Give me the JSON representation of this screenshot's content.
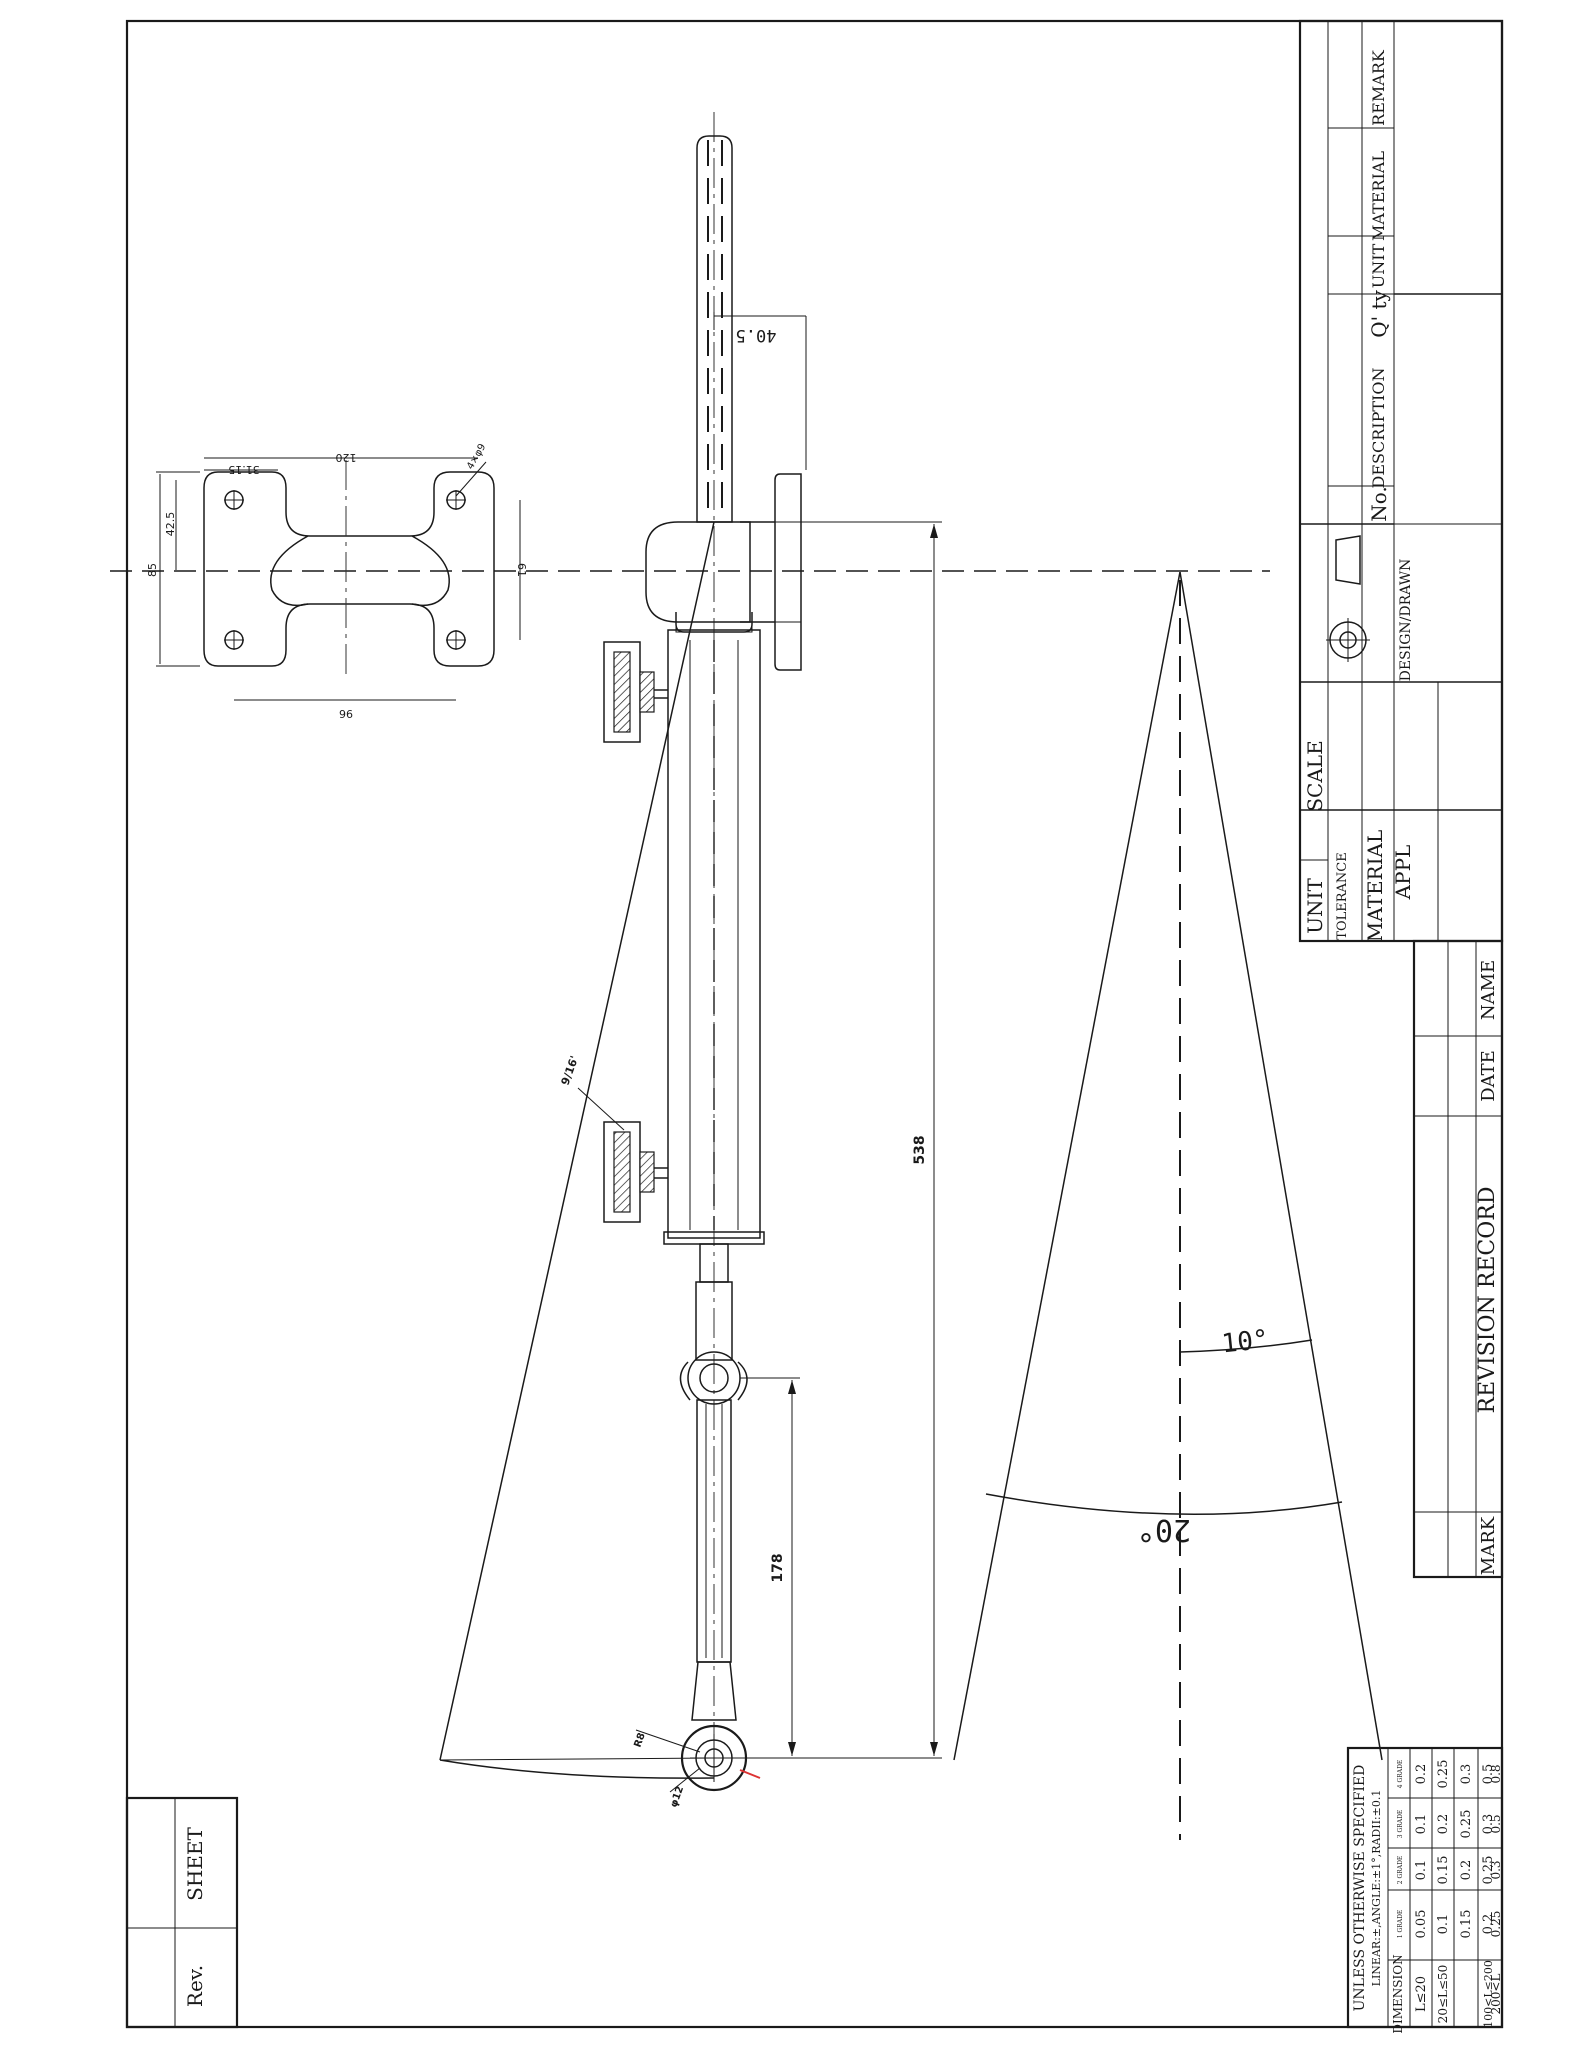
{
  "drawing": {
    "dimensions": {
      "overall_length": "538",
      "center_to_eye": "178",
      "offset": "40.5",
      "angle_small": "10°",
      "angle_large": "20°",
      "thread": "9/16'",
      "eye_phi12": "φ12",
      "eye_radius": "R8"
    },
    "bracket": {
      "dim_120": "120",
      "dim_3115": "31.15",
      "dim_phi": "4×φ9",
      "dim_425": "42.5",
      "dim_85": "85",
      "dim_61": "61",
      "dim_96": "96"
    }
  },
  "title_block": {
    "labels": {
      "unit": "UNIT",
      "scale": "SCALE",
      "tolerance": "TOLERANCE",
      "material": "MATERIAL",
      "appl": "APPL",
      "design_drawn": "DESIGN/DRAWN"
    },
    "bom_headers": {
      "no": "No.",
      "description": "DESCRIPTION",
      "qty": "Q' ty",
      "unit": "UNIT",
      "material": "MATERIAL",
      "remark": "REMARK"
    }
  },
  "revision_record": {
    "title": "REVISION RECORD",
    "mark": "MARK",
    "date": "DATE",
    "name": "NAME"
  },
  "tolerance_table": {
    "heading": "UNLESS OTHERWISE SPECIFIED",
    "subheading": "LINEAR:±,ANGLE:±1°,RADII:±0.1",
    "header": [
      "DIMENSION",
      "1 GRADE",
      "2 GRADE",
      "3 GRADE",
      "4 GRADE"
    ],
    "rows": [
      [
        "L≤20",
        "0.05",
        "0.1",
        "0.1",
        "0.2"
      ],
      [
        "20≤L≤50",
        "0.1",
        "0.15",
        "0.2",
        "0.25"
      ],
      [
        "",
        "0.15",
        "0.2",
        "0.25",
        "0.3"
      ],
      [
        "100<L≤200",
        "0.2",
        "0.25",
        "0.3",
        "0.5"
      ],
      [
        "200<L",
        "0.25",
        "0.3",
        "0.5",
        "0.8"
      ]
    ]
  },
  "sheet_box": {
    "sheet": "SHEET",
    "rev": "Rev."
  }
}
